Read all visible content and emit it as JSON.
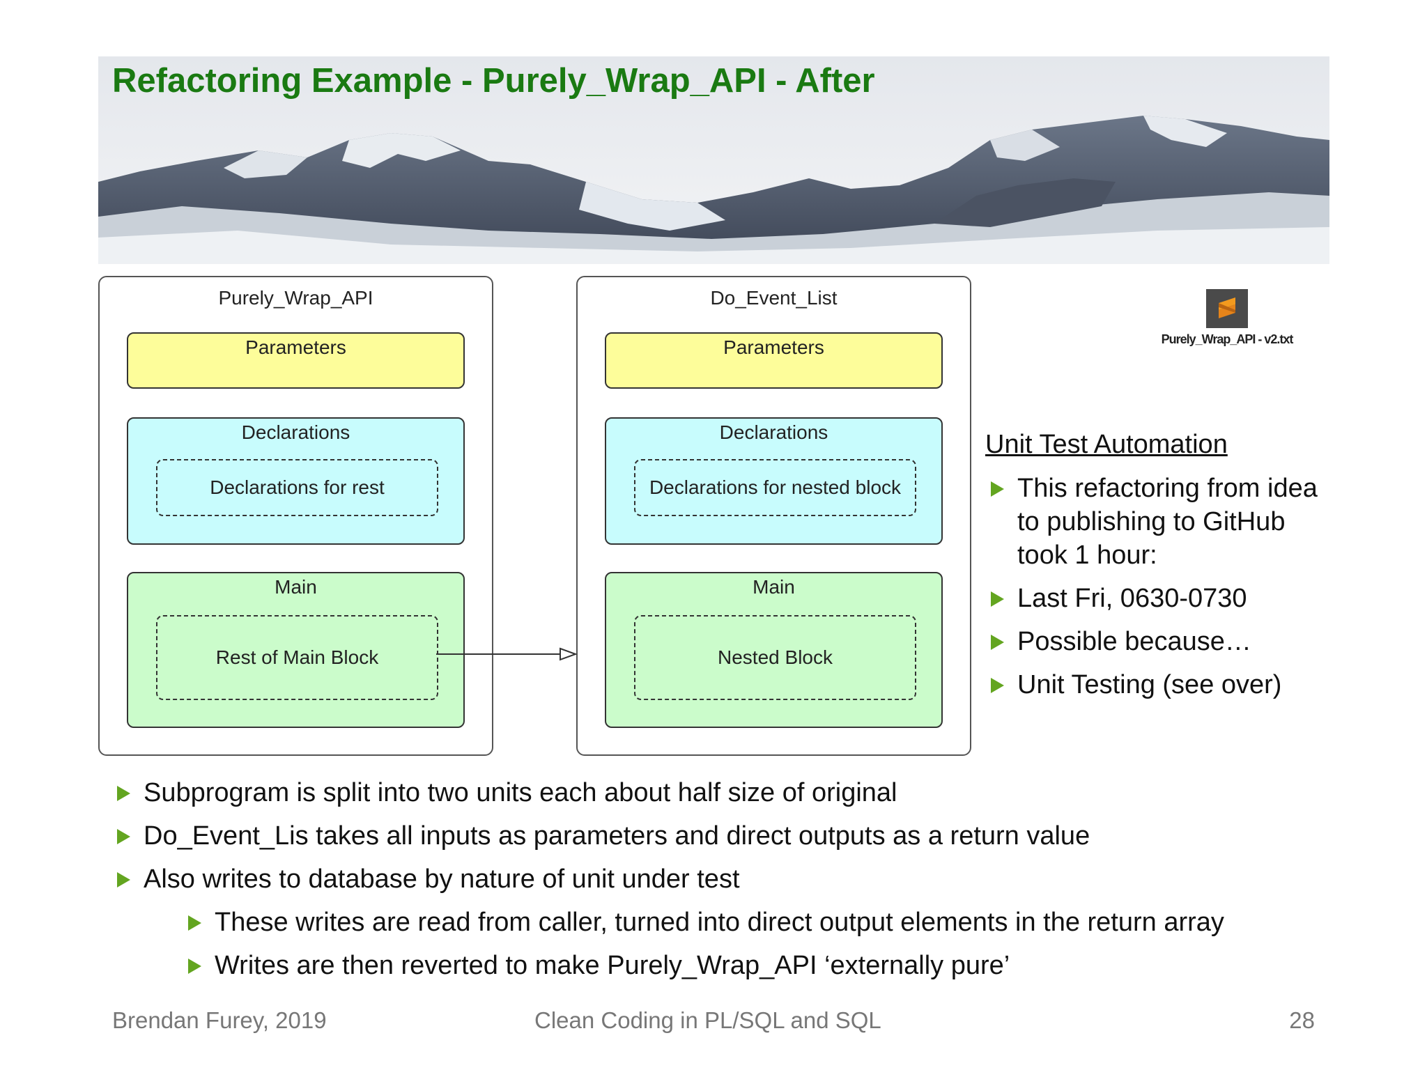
{
  "slide": {
    "title": "Refactoring Example - Purely_Wrap_API - After"
  },
  "diagram": {
    "left_unit": {
      "title": "Purely_Wrap_API",
      "parameters": "Parameters",
      "declarations": "Declarations",
      "declarations_inner": "Declarations for rest",
      "main": "Main",
      "main_inner": "Rest of Main Block"
    },
    "right_unit": {
      "title": "Do_Event_List",
      "parameters": "Parameters",
      "declarations": "Declarations",
      "declarations_inner": "Declarations for nested block",
      "main": "Main",
      "main_inner": "Nested Block"
    }
  },
  "attachment": {
    "icon": "sublime-text-file-icon",
    "label": "Purely_Wrap_API - v2.txt"
  },
  "side": {
    "heading": "Unit Test Automation",
    "bullets": [
      "This refactoring from idea to publishing to GitHub took 1 hour:",
      "Last Fri, 0630-0730",
      "Possible because…",
      "Unit Testing (see over)"
    ]
  },
  "bullets": [
    "Subprogram is split into two units each about half size of original",
    "Do_Event_Lis takes all inputs as parameters and direct outputs as a return value",
    "Also writes to database by nature of unit under test"
  ],
  "sub_bullets": [
    "These writes are read from caller, turned into direct output elements in the return array",
    "Writes are then reverted to make Purely_Wrap_API ‘externally pure’"
  ],
  "footer": {
    "author": "Brendan Furey, 2019",
    "center": "Clean Coding in PL/SQL and SQL",
    "page": "28"
  },
  "colors": {
    "title": "#1a7a12",
    "bullet": "#63a520",
    "parameters": "#fdfd9a",
    "declarations": "#c8fcfd",
    "main": "#cbfccb"
  }
}
